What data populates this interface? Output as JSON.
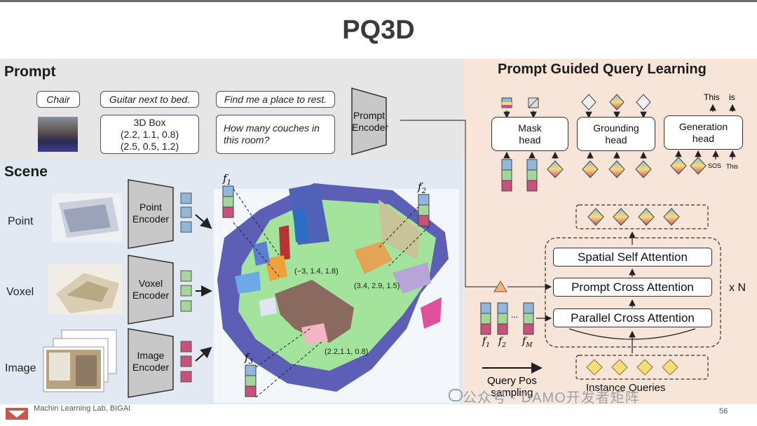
{
  "slide": {
    "title": "PQ3D",
    "footer": "Machin Learning Lab, BIGAI",
    "page_number": "56",
    "watermark": "公众号 · DAMO开发者矩阵"
  },
  "prompt": {
    "heading": "Prompt",
    "chair": "Chair",
    "guitar": "Guitar next to bed.",
    "find": "Find me a place to rest.",
    "box_title": "3D Box",
    "box_line1": "(2.2, 1.1, 0.8)",
    "box_line2": "(2.5, 0.5, 1.2)",
    "couches": "How many couches in this room?",
    "encoder_line1": "Prompt",
    "encoder_line2": "Encoder"
  },
  "scene": {
    "heading": "Scene",
    "point_label": "Point",
    "voxel_label": "Voxel",
    "image_label": "Image",
    "point_enc_1": "Point",
    "point_enc_2": "Encoder",
    "voxel_enc_1": "Voxel",
    "voxel_enc_2": "Encoder",
    "image_enc_1": "Image",
    "image_enc_2": "Encoder",
    "f1": "f",
    "f1_sub": "1",
    "f2": "f",
    "f2_sub": "2",
    "f3": "f",
    "f3_sub": "3",
    "coord1": "(−3, 1.4, 1.8)",
    "coord2": "(3.4, 2.9, 1.5)",
    "coord3": "(2.2,1.1, 0.8)"
  },
  "pgql": {
    "heading": "Prompt Guided Query Learning",
    "mask_head_1": "Mask",
    "mask_head_2": "head",
    "grounding_head_1": "Grounding",
    "grounding_head_2": "head",
    "generation_head_1": "Generation",
    "generation_head_2": "head",
    "gen_out_1": "This",
    "gen_out_2": "is",
    "gen_in_1": "SOS",
    "gen_in_2": "This",
    "spatial": "Spatial Self Attention",
    "prompt_cross": "Prompt Cross Attention",
    "parallel": "Parallel Cross Attention",
    "repeat": "x N",
    "fm_f1": "f",
    "fm_f1_sub": "1",
    "fm_f2": "f",
    "fm_f2_sub": "2",
    "fm_dots": "...",
    "fm_fm": "f",
    "fm_fm_sub": "M",
    "query_pos_1": "Query Pos",
    "query_pos_2": "sampling",
    "instance": "Instance Queries"
  },
  "colors": {
    "blue": "#8fb8dc",
    "green": "#a6d79a",
    "pink": "#c9517b",
    "diamond_yellow": "#f5dd7a",
    "accent": "#3e5873"
  }
}
